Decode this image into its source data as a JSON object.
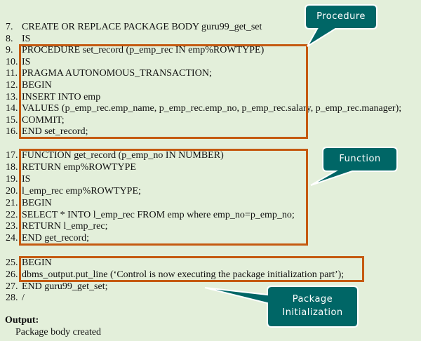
{
  "lines": [
    {
      "num": "7.",
      "code": "CREATE OR REPLACE PACKAGE BODY guru99_get_set"
    },
    {
      "num": "8.",
      "code": "IS"
    },
    {
      "num": "9.",
      "code": "PROCEDURE set_record (p_emp_rec IN emp%ROWTYPE)"
    },
    {
      "num": "10.",
      "code": "IS"
    },
    {
      "num": "11.",
      "code": "PRAGMA AUTONOMOUS_TRANSACTION;"
    },
    {
      "num": "12.",
      "code": "BEGIN"
    },
    {
      "num": "13.",
      "code": "INSERT INTO emp"
    },
    {
      "num": "14.",
      "code": "VALUES (p_emp_rec.emp_name, p_emp_rec.emp_no, p_emp_rec.salary, p_emp_rec.manager);"
    },
    {
      "num": "15.",
      "code": "COMMIT;"
    },
    {
      "num": "16.",
      "code": "END set_record;"
    },
    {
      "num": "17.",
      "code": "FUNCTION get_record (p_emp_no IN NUMBER)"
    },
    {
      "num": "18.",
      "code": "RETURN emp%ROWTYPE"
    },
    {
      "num": "19.",
      "code": "IS"
    },
    {
      "num": "20.",
      "code": "l_emp_rec emp%ROWTYPE;"
    },
    {
      "num": "21.",
      "code": "BEGIN"
    },
    {
      "num": "22.",
      "code": "SELECT * INTO l_emp_rec FROM emp where emp_no=p_emp_no;"
    },
    {
      "num": "23.",
      "code": "RETURN l_emp_rec;"
    },
    {
      "num": "24.",
      "code": "END get_record;"
    },
    {
      "num": "25.",
      "code": "BEGIN"
    },
    {
      "num": "26.",
      "code": "dbms_output.put_line (‘Control is now executing the package initialization part’);"
    },
    {
      "num": "27.",
      "code": "END guru99_get_set;"
    },
    {
      "num": "28.",
      "code": "/"
    }
  ],
  "callouts": {
    "procedure": "Procedure",
    "function": "Function",
    "package_line1": "Package",
    "package_line2": "Initialization"
  },
  "output": {
    "label": "Output:",
    "text": "Package body created"
  },
  "colors": {
    "background": "#e3efda",
    "box": "#c55a11",
    "callout": "#006666"
  }
}
